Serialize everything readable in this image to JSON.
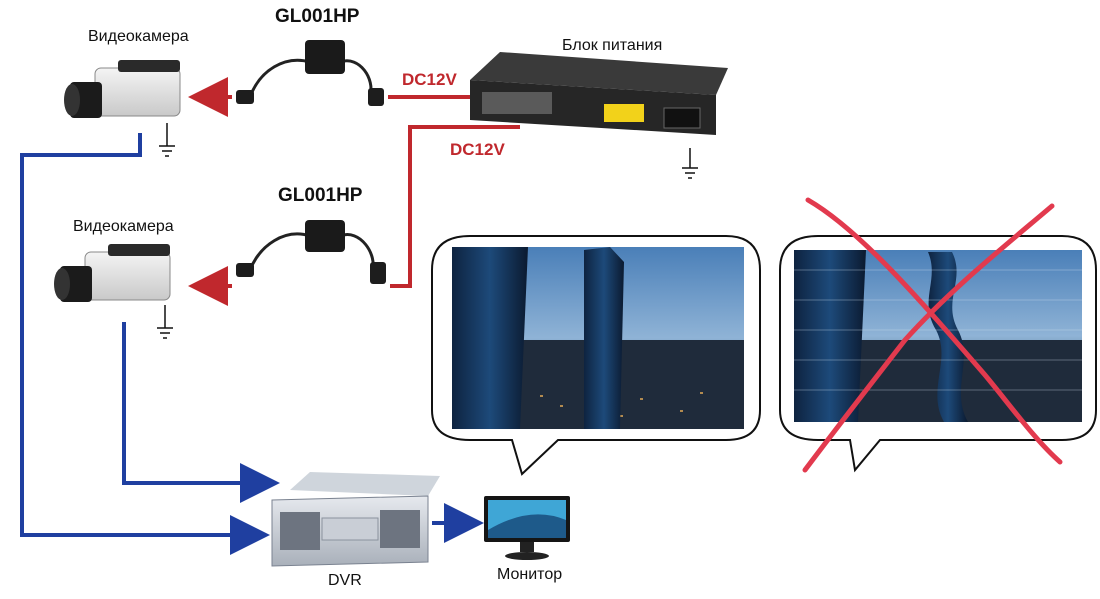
{
  "labels": {
    "camera_top": "Видеокамера",
    "camera_mid": "Видеокамера",
    "filter_top": "GL001HP",
    "filter_mid": "GL001HP",
    "psu": "Блок питания",
    "dc_top": "DC12V",
    "dc_mid": "DC12V",
    "dvr": "DVR",
    "monitor": "Монитор"
  },
  "colors": {
    "power_line": "#c0282d",
    "video_line": "#1f3fa0",
    "cross": "#e23a4e"
  }
}
